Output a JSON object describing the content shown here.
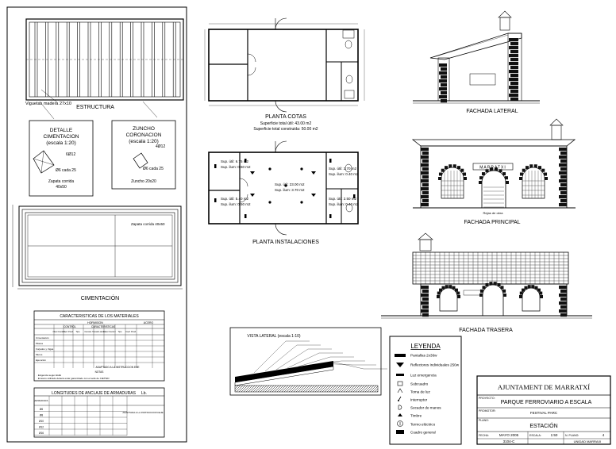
{
  "estructura": {
    "title": "ESTRUCTURA",
    "beam_note": "Viguetas madera 27x10"
  },
  "detalle": {
    "title1": "DETALLE",
    "title2": "CIMENTACION",
    "scale": "(escala 1:20)",
    "rebar": "6Ø12",
    "stirrup": "Ø6 cada 25",
    "caption1": "Zapata corrida",
    "caption2": "40x50"
  },
  "zuncho": {
    "title1": "ZUNCHO",
    "title2": "CORONACION",
    "scale": "(escala 1:20)",
    "rebar": "4Ø12",
    "stirrup": "Ø6 cada 25",
    "caption": "Zuncho 20x20"
  },
  "cimentacion": {
    "title": "CIMENTACIÓN",
    "note": "Zapata corrida 40x50"
  },
  "planta_cotas": {
    "title": "PLANTA COTAS",
    "line1": "Superficie total útil: 43.00 m2",
    "line2": "Superficie total construida: 50.00 m2"
  },
  "planta_instalaciones": {
    "title": "PLANTA INSTALACIONES",
    "rooms": [
      {
        "id": "r1",
        "l1": "Sup. útil: 6.75 m2",
        "l2": "Sup. ilum: 0.60 m2"
      },
      {
        "id": "r2",
        "l1": "Sup. útil: 23.00 m2",
        "l2": "Sup. ilum: 3.70 m2"
      },
      {
        "id": "r3",
        "l1": "Sup. útil: 5.40 m2",
        "l2": "Sup. ilum: 0.50 m2"
      },
      {
        "id": "r4",
        "l1": "Sup. útil: 2.70 m2",
        "l2": "Sup. ilum: 0.40 m2"
      },
      {
        "id": "r5",
        "l1": "Sup. útil: 2.50 m2",
        "l2": "Sup. ilum: 0.40 m2"
      }
    ]
  },
  "fachada_lateral": {
    "title": "FACHADA LATERAL"
  },
  "fachada_principal": {
    "title": "FACHADA PRINCIPAL",
    "sign": "MARRATXI",
    "note": "Rejas de obra"
  },
  "fachada_trasera": {
    "title": "FACHADA TRASERA"
  },
  "vista_lateral": {
    "title": "VISTA LATERAL (escala 1:10)"
  },
  "materiales": {
    "title": "CARACTERISTICAS DE LOS MATERIALES",
    "hormigon": "HORMIGON",
    "acero": "ACERO",
    "control": "CONTROL",
    "caracteristicas": "CARACTERISTICAS",
    "cols": [
      "Nivel Control",
      "Coef. Pond.",
      "Tipo",
      "Consist.",
      "Tamaño árido",
      "Nivel Control",
      "Tipo",
      "Coef. Pond."
    ],
    "rows": [
      "Cimentación",
      "Pilares",
      "Forjados y Vigas",
      "Muros",
      "Ejecución"
    ],
    "notes_label": "NOTAS",
    "note1": "· Exigencia segun EHE",
    "note2": "· El acero utilizado deberá estar garantizado con el sello de CIETSID",
    "exec": "ADAPTADO A LA INSTRUCCION EHE"
  },
  "anclaje": {
    "title": "LONGITUDES DE ANCLAJE DE ARMADURAS",
    "unit": "Lb.",
    "left_head": "ARMADURA",
    "rows": [
      "Ø6",
      "Ø8",
      "Ø10",
      "Ø12",
      "Ø16"
    ],
    "note": "ADAPTADA A LA INSTRUCCION EHE"
  },
  "leyenda": {
    "title": "LEYENDA",
    "items": [
      "Pantallas 2x36w",
      "Reflectores Individuales 250w",
      "Luz emergencia",
      "Subcuadro",
      "Toma de luz",
      "Interruptor",
      "Secador de manos",
      "Timbre",
      "Termo eléctrico",
      "Cuadro general"
    ]
  },
  "cartela": {
    "ayuntamiento": "AJUNTAMENT DE MARRATXÍ",
    "proyecto_label": "PROYECTO:",
    "proyecto": "PARQUE FERROVIARIO A ESCALA",
    "promotor_label": "PROMOTOR:",
    "promotor": "FESTIVAL PARC",
    "plano_label": "PLANO:",
    "plano": "ESTACIÓN",
    "fecha_label": "FECHA:",
    "fecha": "MAYO 2005",
    "escala_label": "ESCALA:",
    "escala": "1:50",
    "num_label": "N. PLANO:",
    "num": "4",
    "ref": "3104-C",
    "unidad": "UNIDAD MARRAXI"
  }
}
